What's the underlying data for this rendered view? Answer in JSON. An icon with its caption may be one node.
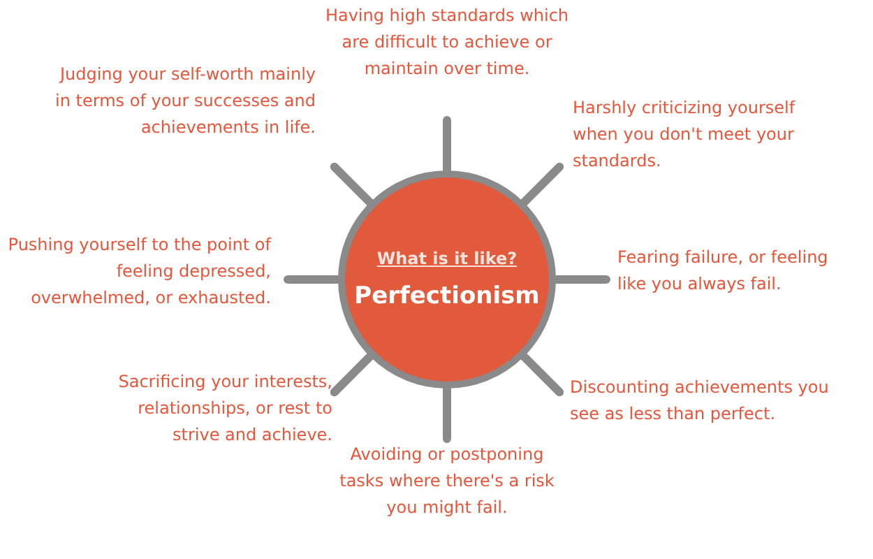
{
  "diagram": {
    "nodes": [
      {
        "text": [
          "What is it like?",
          "Perfectionism"
        ]
      }
    ],
    "labels": [
      "Having high standards which are difficult to achieve or maintain over time.",
      "Judging your self-worth mainly in terms of your successes and achievements in life.",
      "Harshly criticizing yourself when you don't meet your standards.",
      "Pushing yourself to the point of feeling depressed, overwhelmed, or exhausted.",
      "Fearing failure, or feeling like you always fail.",
      "Sacrificing your interests, relationships, or rest to strive and achieve.",
      "Discounting achievements you see as less than perfect.",
      "Avoiding or postponing tasks where there's a risk you might fail."
    ]
  }
}
